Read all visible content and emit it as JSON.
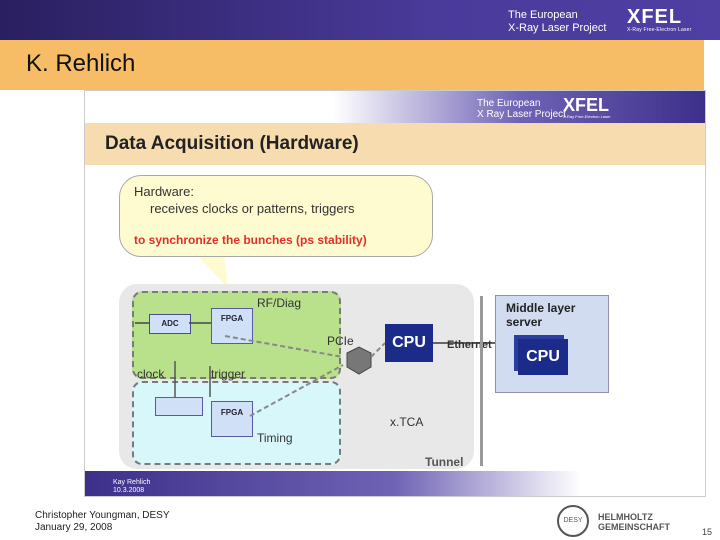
{
  "slide": {
    "org_line1": "The European",
    "org_line2": "X-Ray Laser Project",
    "logo": "XFEL",
    "logo_sub": "X-Ray Free-Electron Laser",
    "title": "K. Rehlich",
    "footer_author": "Christopher Youngman, DESY",
    "footer_date": "January 29, 2008",
    "footer_logo_text": "DESY",
    "helmholtz_line1": "HELMHOLTZ",
    "helmholtz_line2": "GEMEINSCHAFT",
    "page_number": "15"
  },
  "embedded": {
    "org_line1": "The European",
    "org_line2": "X Ray Laser Project",
    "logo": "XFEL",
    "logo_sub": "X-Ray Free-Electron Laser",
    "title": "Data Acquisition (Hardware)",
    "bubble": {
      "line1": "Hardware:",
      "line2": "receives clocks or patterns, triggers",
      "line3": "to synchronize the bunches (ps stability)"
    },
    "labels": {
      "rfdiag": "RF/Diag",
      "adc": "ADC",
      "fpga_top": "FPGA",
      "fpga_bottom": "FPGA",
      "clock": "clock",
      "trigger": "trigger",
      "pcie": "PCIe",
      "cpu": "CPU",
      "ethernet": "Ethernet",
      "middle_layer": "Middle layer server",
      "cpu_server": "CPU",
      "xtca": "x.TCA",
      "timing": "Timing",
      "tunnel": "Tunnel"
    },
    "footer_l1": "Kay Rehlich",
    "footer_l2": "10.3.2008"
  }
}
